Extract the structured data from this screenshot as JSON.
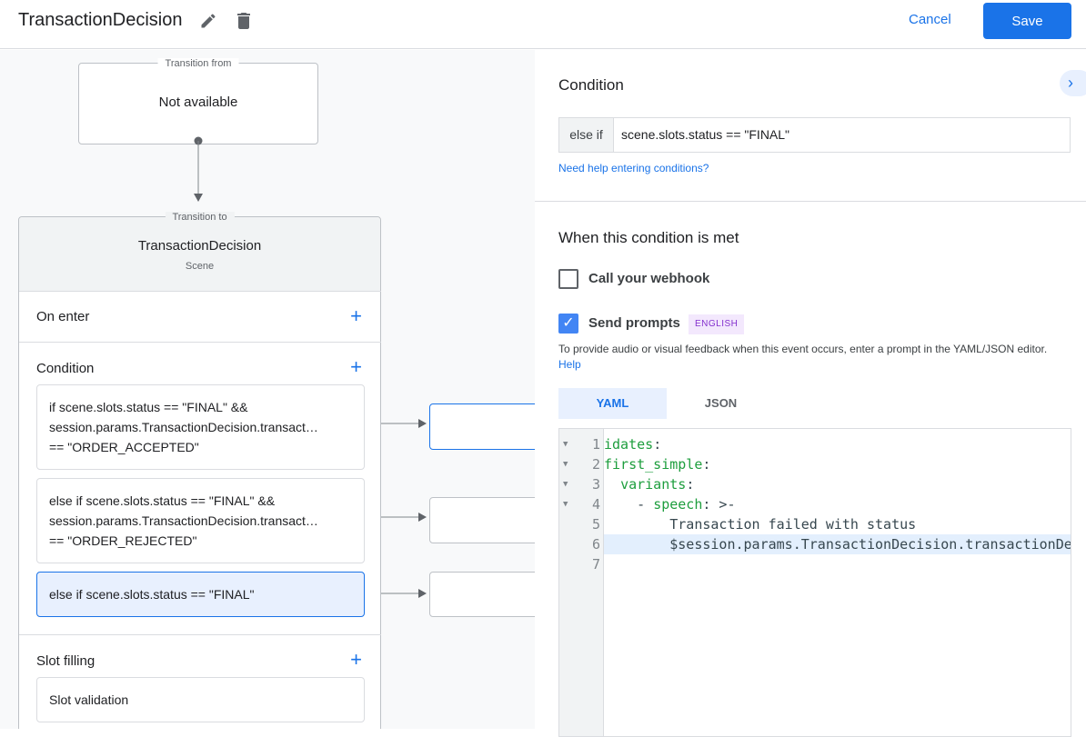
{
  "header": {
    "title": "TransactionDecision",
    "edit_icon": "pencil-icon",
    "delete_icon": "trash-icon",
    "cancel_label": "Cancel",
    "save_label": "Save",
    "accent": "#1a73e8"
  },
  "canvas": {
    "transition_from": {
      "legend": "Transition from",
      "value": "Not available"
    },
    "transition_to": {
      "legend": "Transition to",
      "scene_name": "TransactionDecision",
      "scene_type": "Scene"
    },
    "on_enter": {
      "label": "On enter"
    },
    "condition": {
      "label": "Condition",
      "items": [
        {
          "lines": [
            "if scene.slots.status == \"FINAL\" &&",
            "session.params.TransactionDecision.transact…",
            "== \"ORDER_ACCEPTED\""
          ]
        },
        {
          "lines": [
            "else if scene.slots.status == \"FINAL\" &&",
            "session.params.TransactionDecision.transact…",
            "== \"ORDER_REJECTED\""
          ]
        },
        {
          "lines": [
            "else if scene.slots.status == \"FINAL\""
          ],
          "selected": true
        }
      ]
    },
    "slot_filling": {
      "label": "Slot filling",
      "slot_validation": "Slot validation"
    }
  },
  "panel": {
    "condition_title": "Condition",
    "condition_prefix": "else if",
    "condition_value": "scene.slots.status == \"FINAL\"",
    "help_link": "Need help entering conditions?",
    "when_title": "When this condition is met",
    "webhook_label": "Call your webhook",
    "webhook_checked": false,
    "prompts_label": "Send prompts",
    "prompts_checked": true,
    "language_badge": "ENGLISH",
    "description": "To provide audio or visual feedback when this event occurs, enter a prompt in the YAML/JSON editor.",
    "description_link": "Help",
    "tabs": [
      {
        "label": "YAML",
        "active": true
      },
      {
        "label": "JSON",
        "active": false
      }
    ],
    "editor": {
      "lines": [
        {
          "n": "1",
          "key": "idates",
          "rest": ":",
          "indent": ""
        },
        {
          "n": "2",
          "key": "first_simple",
          "rest": ":",
          "indent": ""
        },
        {
          "n": "3",
          "key": "variants",
          "rest": ":",
          "indent": "  "
        },
        {
          "n": "4",
          "pre": "- ",
          "key": "speech",
          "rest": ": >-",
          "indent": "    "
        },
        {
          "n": "5",
          "text": "Transaction failed with status",
          "indent": "        "
        },
        {
          "n": "6",
          "text": "$session.params.TransactionDecision.transactionDecision",
          "indent": "        ",
          "highlighted": true
        },
        {
          "n": "7",
          "text": "",
          "indent": ""
        }
      ]
    }
  }
}
